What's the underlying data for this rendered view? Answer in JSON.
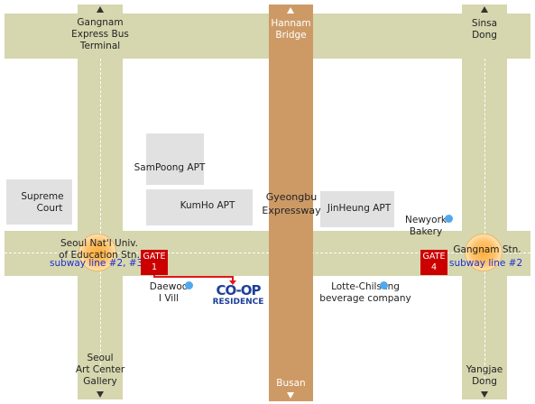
{
  "map": {
    "places": {
      "gangnam_express_bus_terminal": [
        "Gangnam",
        "Express Bus",
        "Terminal"
      ],
      "hannam_bridge": [
        "Hannam",
        "Bridge"
      ],
      "sinsa_dong": [
        "Sinsa",
        "Dong"
      ],
      "sampoong_apt": "SamPoong APT",
      "kumho_apt": "KumHo APT",
      "gyeongbu_expressway": [
        "Gyeongbu",
        "Expressway"
      ],
      "jinheung_apt": "JinHeung APT",
      "supreme_court": [
        "Supreme",
        "Court"
      ],
      "newyork_bakery": [
        "Newyork",
        "Bakery"
      ],
      "daewoo_i_vill": [
        "Daewoo",
        "I Vill"
      ],
      "lotte_chilsung": [
        "Lotte-Chilsung",
        "beverage company"
      ],
      "seoul_art_center_gallery": [
        "Seoul",
        "Art Center",
        "Gallery"
      ],
      "busan": "Busan",
      "yangjae_dong": [
        "Yangjae",
        "Dong"
      ]
    },
    "stations": {
      "seoul_natl_univ": {
        "name": [
          "Seoul Nat'l Univ.",
          "of Education Stn."
        ],
        "line": "subway line #2, #3"
      },
      "gangnam": {
        "name": "Gangnam Stn.",
        "line": "subway line #2"
      }
    },
    "gates": {
      "gate1": [
        "GATE",
        "1"
      ],
      "gate4": [
        "GATE",
        "4"
      ]
    },
    "logo": {
      "top": "CO-OP",
      "bottom": "RESIDENCE",
      "color": "#1d3f98"
    },
    "colors": {
      "road": "#d6d6af",
      "block": "#e1e1e1",
      "expressway": "#cd9a66",
      "gate": "#cc0000",
      "route": "#e01818",
      "subway_text": "#1c2fd6"
    }
  }
}
